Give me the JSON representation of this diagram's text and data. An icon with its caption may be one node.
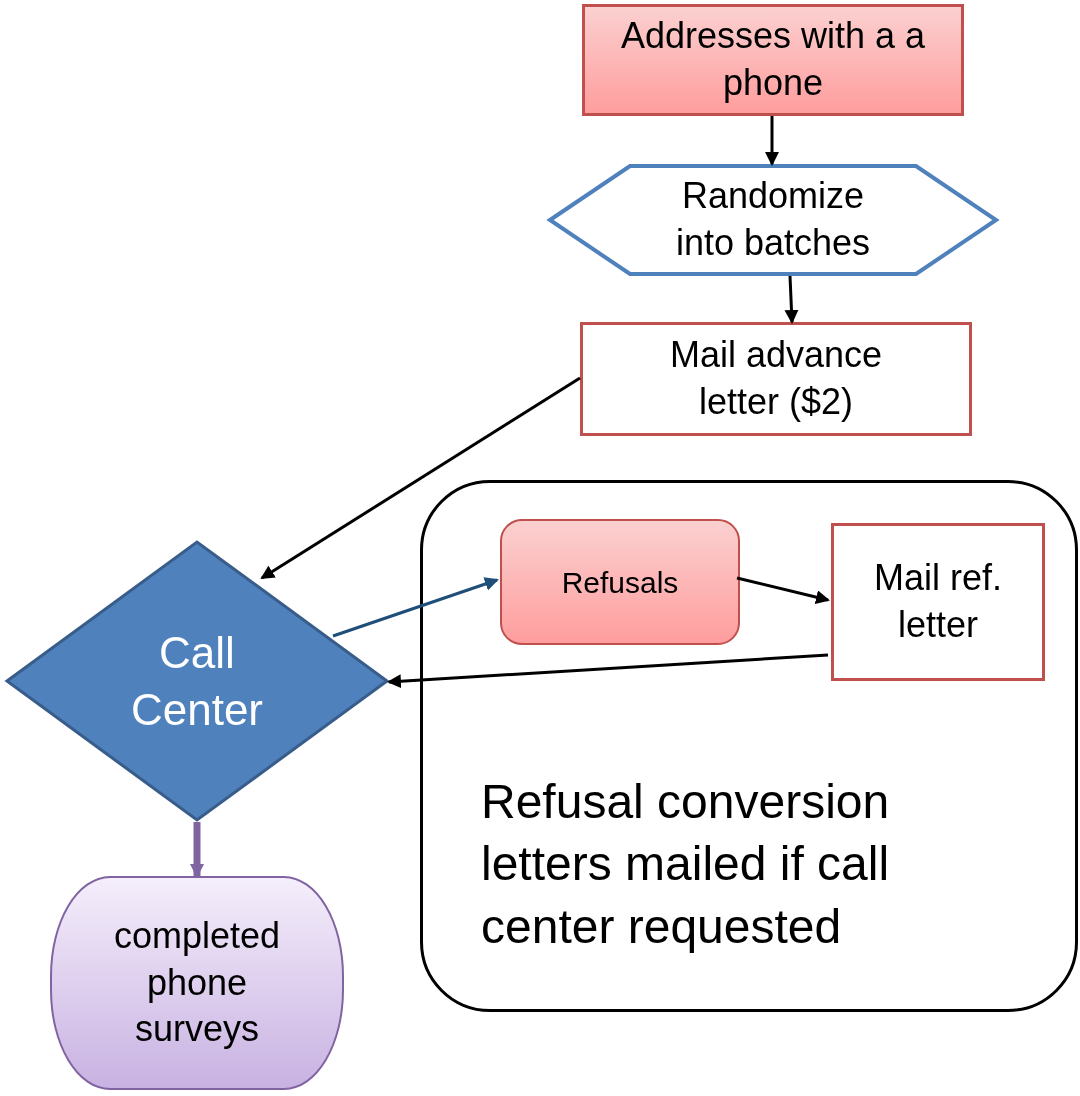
{
  "diagram": {
    "nodes": [
      {
        "text": [
          "Addresses with a a phone"
        ]
      },
      {
        "text": [
          "Randomize into batches"
        ]
      },
      {
        "text": [
          "Mail advance letter ($2)"
        ]
      },
      {
        "text": [
          "Call Center"
        ]
      },
      {
        "text": [
          "Refusal conversion letters mailed if call center requested"
        ]
      },
      {
        "text": [
          "Refusals"
        ],
        "in": 4
      },
      {
        "text": [
          "Mail ref. letter"
        ],
        "in": 4
      },
      {
        "text": [
          "completed phone surveys"
        ]
      }
    ],
    "edges": [
      {
        "from": 0,
        "to": 1,
        "arrow": "to"
      },
      {
        "from": 1,
        "to": 2,
        "arrow": "to"
      },
      {
        "from": 2,
        "to": 3,
        "arrow": "to"
      },
      {
        "from": 3,
        "to": 5,
        "arrow": "to",
        "color": "#1f4e79"
      },
      {
        "from": 5,
        "to": 6,
        "arrow": "to"
      },
      {
        "from": 6,
        "to": 3,
        "arrow": "to"
      },
      {
        "from": 3,
        "to": 7,
        "arrow": "to",
        "style": "thick",
        "color": "#8064a2"
      }
    ]
  }
}
